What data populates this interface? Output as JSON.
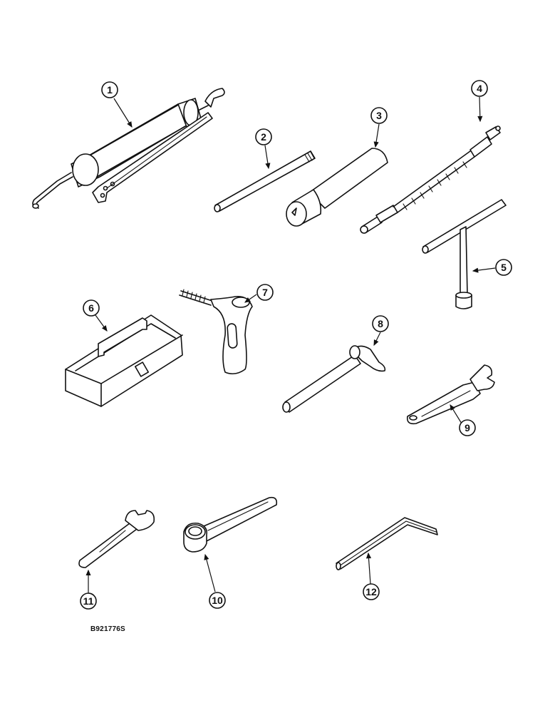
{
  "figure": {
    "code": "B921776S",
    "background": "#ffffff",
    "line_color": "#111111"
  },
  "items": [
    {
      "id": "1",
      "label": "1",
      "description": "grease-gun"
    },
    {
      "id": "2",
      "label": "2",
      "description": "extension-rod"
    },
    {
      "id": "3",
      "label": "3",
      "description": "grease-cartridge"
    },
    {
      "id": "4",
      "label": "4",
      "description": "flexible-grease-hose"
    },
    {
      "id": "5",
      "label": "5",
      "description": "t-handle-socket-wrench"
    },
    {
      "id": "6",
      "label": "6",
      "description": "tool-box"
    },
    {
      "id": "7",
      "label": "7",
      "description": "oil-can"
    },
    {
      "id": "8",
      "label": "8",
      "description": "ball-peen-hammer"
    },
    {
      "id": "9",
      "label": "9",
      "description": "adjustable-wrench"
    },
    {
      "id": "10",
      "label": "10",
      "description": "box-end-wrench"
    },
    {
      "id": "11",
      "label": "11",
      "description": "open-end-wrench"
    },
    {
      "id": "12",
      "label": "12",
      "description": "hex-key-wrench"
    }
  ]
}
